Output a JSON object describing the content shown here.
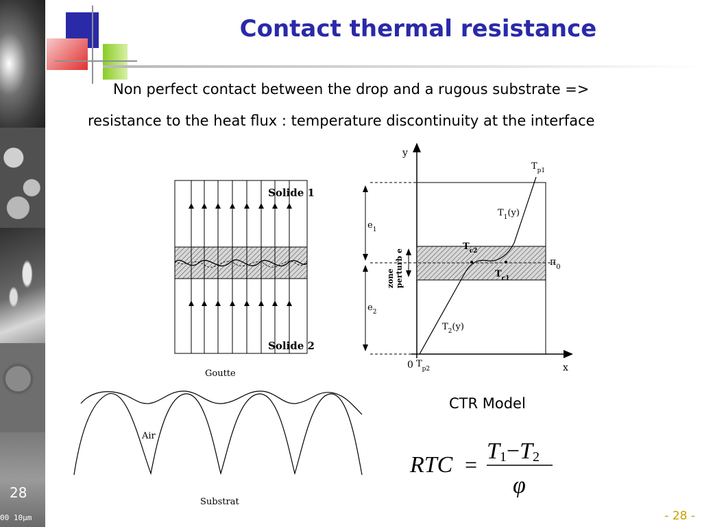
{
  "slide": {
    "title": "Contact thermal resistance",
    "line1": "Non perfect contact between the drop and a rugous substrate   =>",
    "line2": "resistance to the heat flux : temperature discontinuity at the interface",
    "slide_number": "28",
    "page_number": "- 28 -",
    "scale_label": "00  10µm"
  },
  "fig_left": {
    "solide1": "Solide 1",
    "solide2": "Solide 2",
    "goutte": "Goutte"
  },
  "fig_right": {
    "y": "y",
    "x": "x",
    "zero": "0",
    "tp1_main": "T",
    "tp1_sub": "p1",
    "tp2_main": "T",
    "tp2_sub": "p2",
    "t1y_main": "T",
    "t1y_sub": "1",
    "t1y_rest": "(y)",
    "t2y_main": "T",
    "t2y_sub": "2",
    "t2y_rest": "(y)",
    "tc2_main": "T",
    "tc2_sub": "c2",
    "tc1_main": "T",
    "tc1_sub": "c1",
    "pi0_main": "π",
    "pi0_sub": "0",
    "e1_main": "e",
    "e1_sub": "1",
    "e2_main": "e",
    "e2_sub": "2",
    "zone_line1": "zone",
    "zone_line2": "perturb  e"
  },
  "fig_bottom": {
    "air": "Air",
    "substrat": "Substrat"
  },
  "model": {
    "label": "CTR Model",
    "lhs": "RTC",
    "equals": "=",
    "t1": "T",
    "t1_sub": "1",
    "minus": "−",
    "t2": "T",
    "t2_sub": "2",
    "phi": "φ"
  },
  "colors": {
    "title": "#2a2aa8",
    "page_number": "#c8a000",
    "deco_blue": "#2a2aa8",
    "deco_red": "#e03030",
    "deco_green": "#88cc22"
  }
}
